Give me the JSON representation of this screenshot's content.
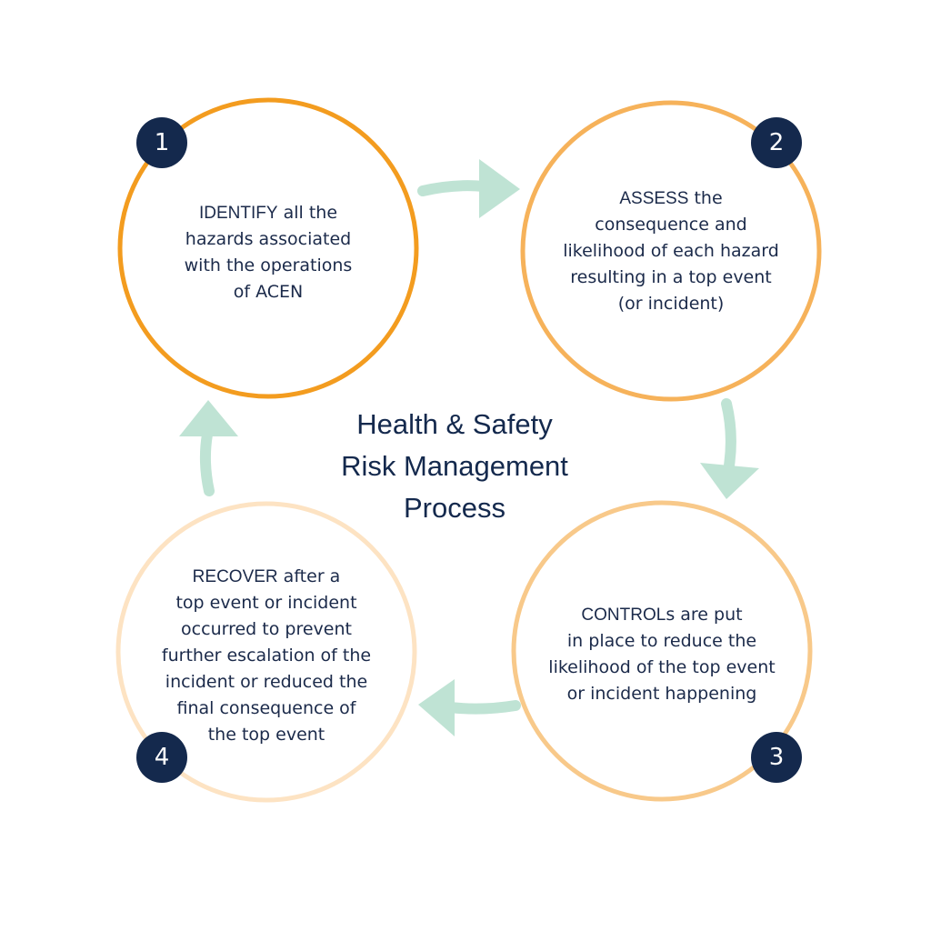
{
  "title": {
    "line1": "Health & Safety",
    "line2": "Risk Management",
    "line3": "Process"
  },
  "steps": [
    {
      "number": "1",
      "keyword": "IDENTIFY",
      "lines": [
        " all the",
        "hazards associated",
        "with the operations",
        "of ACEN"
      ],
      "ring_color": "#f39c1f"
    },
    {
      "number": "2",
      "keyword": "ASSESS",
      "lines": [
        " the",
        "consequence and",
        "likelihood of each hazard",
        "resulting in a top event",
        "(or incident)"
      ],
      "ring_color": "#f6b25a"
    },
    {
      "number": "3",
      "keyword": "CONTROL",
      "lines": [
        "s are put",
        "in place to reduce the",
        "likelihood of the top event",
        "or incident happening"
      ],
      "ring_color": "#f8c98a"
    },
    {
      "number": "4",
      "keyword": "RECOVER",
      "lines": [
        " after a",
        "top event or incident",
        "occurred to prevent",
        "further escalation of the",
        "incident or reduced the",
        "final consequence of",
        "the top event"
      ],
      "ring_color": "#fde3c3"
    }
  ],
  "colors": {
    "arrow": "#bfe3d4",
    "badge": "#14294d",
    "text": "#1b2a4a"
  },
  "icons": {
    "arrow": "curved-arrow-icon"
  }
}
